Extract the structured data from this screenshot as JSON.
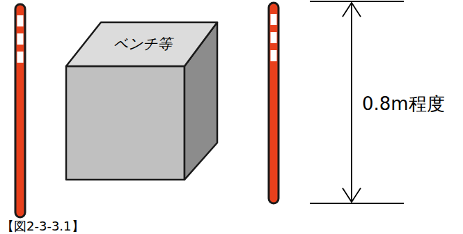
{
  "diagram": {
    "caption": "【図2-3-3.1】",
    "nodes": [
      {
        "text": [
          "ベンチ等"
        ]
      }
    ],
    "labels": [
      "0.8m程度"
    ]
  }
}
